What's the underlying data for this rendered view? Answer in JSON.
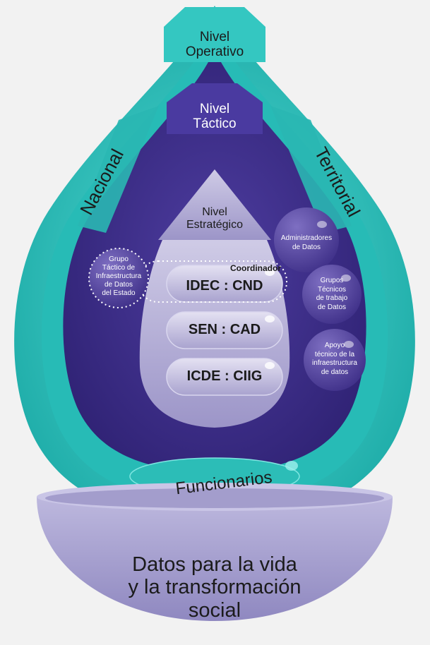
{
  "levels": {
    "operativo": [
      "Nivel",
      "Operativo"
    ],
    "tactico": [
      "Nivel",
      "Táctico"
    ],
    "estrategico": [
      "Nivel",
      "Estratégico"
    ]
  },
  "sides": {
    "left": "Nacional",
    "right": "Territorial"
  },
  "core": {
    "coordinator": "Coordinador",
    "entities": [
      "IDEC : CND",
      "SEN : CAD",
      "ICDE : CIIG"
    ]
  },
  "left_group": [
    "Grupo",
    "Táctico de",
    "Infraestructura",
    "de Datos",
    "del Estado"
  ],
  "right_bubbles": [
    [
      "Administradores",
      "de Datos"
    ],
    [
      "Grupos",
      "Técnicos",
      "de trabajo",
      "de Datos"
    ],
    [
      "Apoyo",
      "técnico de la",
      "infraestructura",
      "de datos"
    ]
  ],
  "base_label": "Funcionarios",
  "footer": [
    "Datos para la vida",
    "y la transformación",
    "social"
  ],
  "colors": {
    "teal": "#35c8c2",
    "teal_dark": "#1fa9a6",
    "purple_dark": "#3a2a82",
    "purple_mid": "#4b3a9a",
    "lavender": "#b4afd6",
    "bowl": "#a9a3d0"
  }
}
